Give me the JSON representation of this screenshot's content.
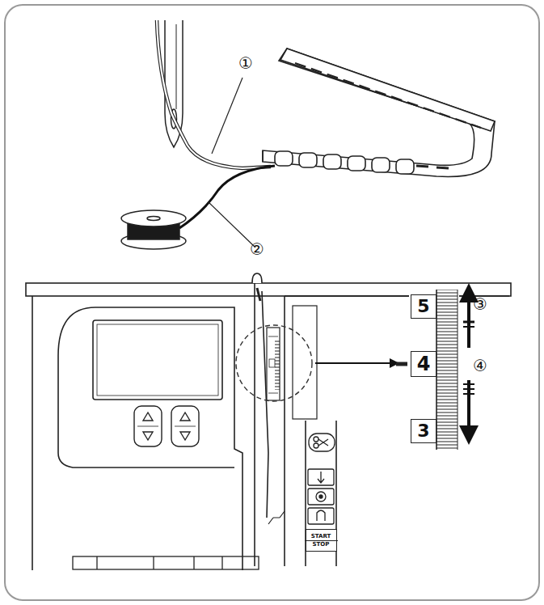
{
  "diagram": {
    "nodes": [
      {
        "text": [
          "5"
        ]
      },
      {
        "text": [
          "4"
        ]
      },
      {
        "text": [
          "3"
        ]
      },
      {
        "text": [
          "START",
          "STOP"
        ]
      }
    ],
    "labels": [
      "①",
      "②",
      "③",
      "④"
    ]
  }
}
